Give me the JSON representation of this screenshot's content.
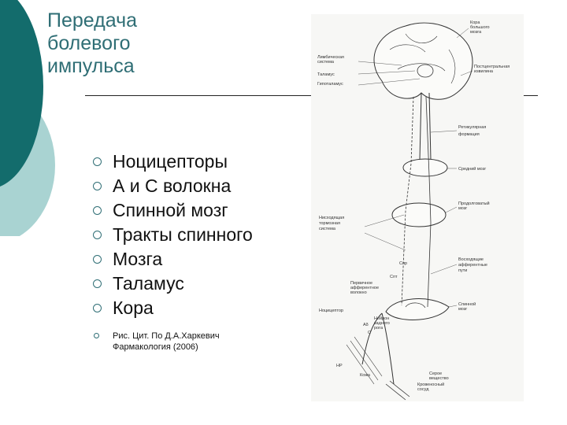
{
  "slide": {
    "title_lines": [
      "Передача",
      "болевого",
      "импульса"
    ],
    "bullets": [
      "Ноцицепторы",
      "А и С волокна",
      "Спинной мозг",
      "Тракты спинного",
      "Мозга",
      "Таламус",
      "Кора"
    ],
    "citation_lines": [
      "Рис. Цит. По Д.А.Харкевич",
      "Фармакология (2006)"
    ]
  },
  "figure": {
    "labels": {
      "cortex": [
        "Кора",
        "большого",
        "мозга"
      ],
      "limbic": [
        "Лимбическая",
        "система"
      ],
      "thalamus": "Таламус",
      "hypothalamus": "Гипоталамус",
      "postcentral": [
        "Постцентральная",
        "извилина"
      ],
      "reticular": [
        "Ретикулярная",
        "формация"
      ],
      "midbrain": "Средний мозг",
      "medulla": [
        "Продолговатый",
        "мозг"
      ],
      "descending": [
        "Нисходящая",
        "тормозная",
        "система"
      ],
      "ascending": [
        "Восходящие",
        "афферентные",
        "пути"
      ],
      "spinal_cord": [
        "Спинной",
        "мозг"
      ],
      "primary_afferent": [
        "Первичное",
        "афферентное",
        "волокно"
      ],
      "nociceptor": "Ноцицептор",
      "spinal_neuron": [
        "Нейрон",
        "заднего",
        "рога"
      ],
      "tract_spinothal": "Спт",
      "tract_spinoret": "Спр",
      "fiber_a": "Aδ",
      "fiber_c": "C",
      "np": "НР",
      "skin": "Кожа",
      "gray_matter": [
        "Серое",
        "вещество"
      ],
      "blood_vessel": [
        "Кровеносный",
        "сосуд"
      ]
    }
  }
}
